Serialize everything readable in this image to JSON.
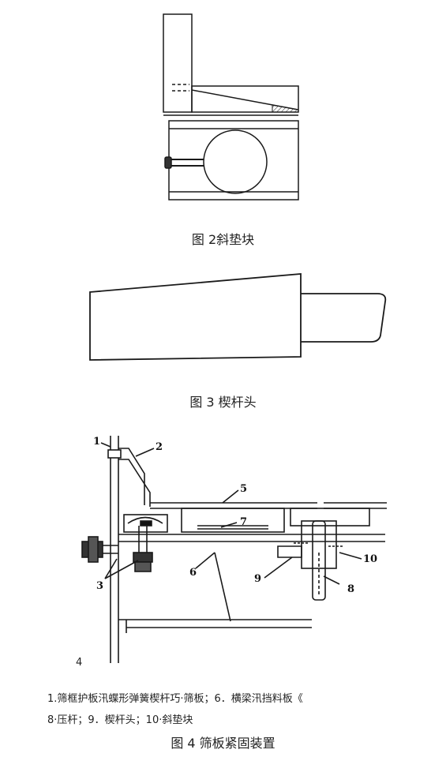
{
  "fig2": {
    "caption": "图 2斜垫块"
  },
  "fig3": {
    "caption": "图 3 楔杆头"
  },
  "fig4": {
    "caption": "图 4 筛板紧固装置",
    "legend_line1": "1.筛框护板汛蝶形弹簧楔杆巧·筛板；6．横梁汛挡料板《",
    "legend_line2": "8·压杆；9．楔杆头；10·斜垫块",
    "corner_label": "4",
    "labels": {
      "l1": "1",
      "l2": "2",
      "l3": "3",
      "l5": "5",
      "l6": "6",
      "l7": "7",
      "l8": "8",
      "l9": "9",
      "l10": "10"
    }
  }
}
